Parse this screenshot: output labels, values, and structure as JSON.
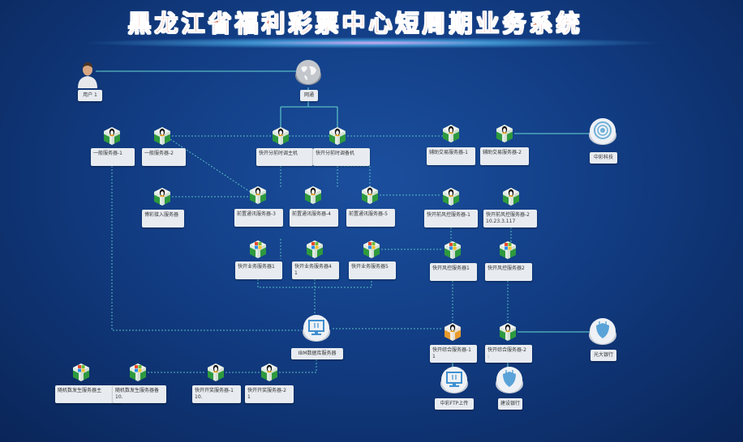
{
  "title": "黑龙江省福利彩票中心短周期业务系统",
  "colors": {
    "background": "#123d84",
    "title": "#d9583c",
    "server_green": "#2e9a3e",
    "server_orange": "#e89a2c",
    "link": "#5fc9c9",
    "label_bg": "#e8ecf1"
  },
  "nodes": {
    "user1": {
      "label": "用户 1",
      "icon": "user-icon"
    },
    "internet": {
      "label": "网通",
      "icon": "globe-router-icon"
    },
    "gen1": {
      "label": "一般服务器-1",
      "icon": "linux-server-icon"
    },
    "gen2": {
      "label": "一般服务器-2",
      "icon": "linux-server-icon"
    },
    "sched_main": {
      "label": "快开分前时调主机",
      "icon": "linux-server-icon"
    },
    "sched_backup": {
      "label": "快开分前时调备机",
      "icon": "linux-server-icon"
    },
    "aux1": {
      "label": "辅助交易服务器-1",
      "icon": "linux-server-icon"
    },
    "aux2": {
      "label": "辅助交易服务器-2",
      "icon": "linux-server-icon"
    },
    "zhongcai": {
      "label": "中彩科技",
      "icon": "satellite-dish-icon"
    },
    "lottery_access": {
      "label": "博彩接入服务器",
      "icon": "linux-server-icon"
    },
    "front3": {
      "label": "前置通讯服务器-3",
      "icon": "linux-server-icon"
    },
    "front4": {
      "label": "前置通讯服务器-4",
      "icon": "linux-server-icon"
    },
    "front5": {
      "label": "前置通讯服务器-5",
      "icon": "linux-server-icon"
    },
    "prerisk1": {
      "label": "快开前风控服务器-1",
      "icon": "linux-server-icon"
    },
    "prerisk2": {
      "label": "快开前风控服务器-2",
      "sub": "10.23.3.117",
      "icon": "linux-server-icon"
    },
    "biz1": {
      "label": "快开业务服务器1",
      "icon": "windows-server-icon"
    },
    "biz4": {
      "label": "快开业务服务器4",
      "sub": "1",
      "icon": "windows-server-icon"
    },
    "biz5": {
      "label": "快开业务服务器5",
      "icon": "windows-server-icon"
    },
    "risk1": {
      "label": "快开风控服务器1",
      "icon": "windows-server-icon"
    },
    "risk2": {
      "label": "快开风控服务器2",
      "icon": "windows-server-icon"
    },
    "ibm_db": {
      "label": "IBM数据库服务器",
      "icon": "monitor-icon"
    },
    "combo1": {
      "label": "快开综合服务器-1",
      "sub": "1",
      "icon": "linux-server-icon"
    },
    "combo2": {
      "label": "快开综合服务器-2",
      "sub": ":",
      "icon": "linux-server-icon"
    },
    "guangda": {
      "label": "光大银行",
      "icon": "bank-shield-icon"
    },
    "ftp": {
      "label": "中彩FTP上传",
      "icon": "monitor-icon"
    },
    "jianshe": {
      "label": "建设银行",
      "icon": "bank-shield-icon"
    },
    "rng_main": {
      "label": "随机数发生服务器主",
      "icon": "windows-server-icon"
    },
    "rng_backup": {
      "label": "随机数发生服务器备",
      "sub": "10.",
      "icon": "windows-server-icon"
    },
    "draw1": {
      "label": "快开开奖服务器-1",
      "sub": "10.",
      "icon": "linux-server-icon"
    },
    "draw2": {
      "label": "快开开奖服务器-2",
      "sub": "1",
      "icon": "linux-server-icon"
    }
  }
}
